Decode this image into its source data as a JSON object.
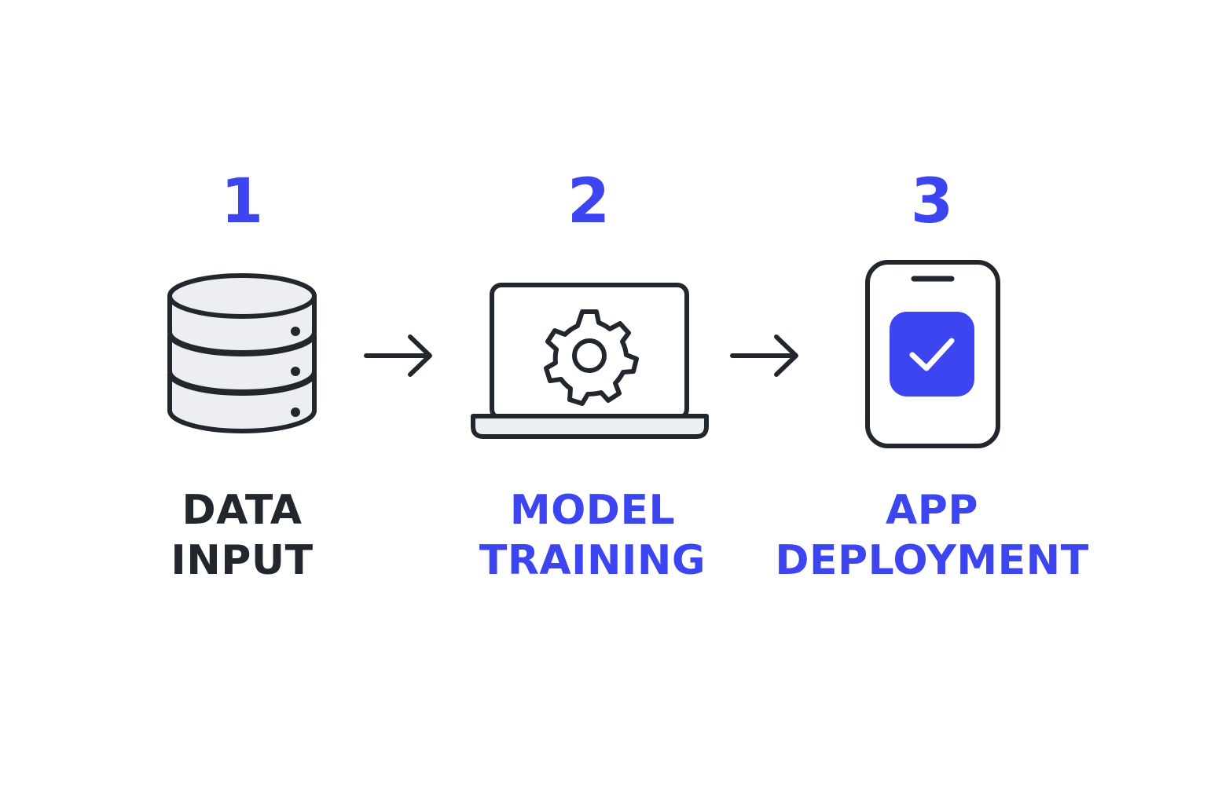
{
  "colors": {
    "accent": "#3d45f0",
    "dark": "#22272e",
    "icon_fill": "#eceef1",
    "white": "#ffffff"
  },
  "steps": [
    {
      "number": "1",
      "label_line1": "DATA",
      "label_line2": "INPUT",
      "icon": "database-icon",
      "number_color": "#3d45f0",
      "label_color": "#22272e"
    },
    {
      "number": "2",
      "label_line1": "MODEL",
      "label_line2": "TRAINING",
      "icon": "laptop-gear-icon",
      "number_color": "#3d45f0",
      "label_color": "#3d45f0"
    },
    {
      "number": "3",
      "label_line1": "APP",
      "label_line2": "DEPLOYMENT",
      "icon": "phone-check-icon",
      "number_color": "#3d45f0",
      "label_color": "#3d45f0"
    }
  ],
  "arrows": [
    "arrow-right-icon",
    "arrow-right-icon"
  ]
}
